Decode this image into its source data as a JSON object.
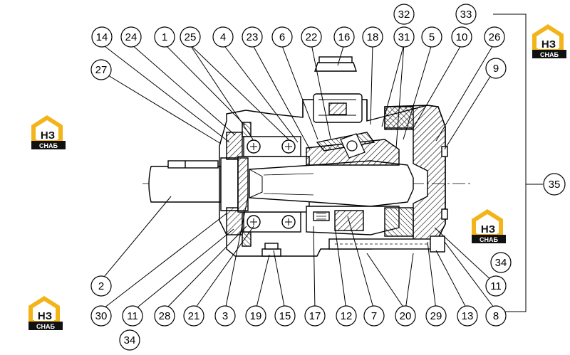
{
  "callouts": [
    {
      "id": "c14",
      "label": "14"
    },
    {
      "id": "c24",
      "label": "24"
    },
    {
      "id": "c1",
      "label": "1"
    },
    {
      "id": "c25",
      "label": "25"
    },
    {
      "id": "c4",
      "label": "4"
    },
    {
      "id": "c23",
      "label": "23"
    },
    {
      "id": "c6",
      "label": "6"
    },
    {
      "id": "c22",
      "label": "22"
    },
    {
      "id": "c16",
      "label": "16"
    },
    {
      "id": "c18",
      "label": "18"
    },
    {
      "id": "c32",
      "label": "32"
    },
    {
      "id": "c31",
      "label": "31"
    },
    {
      "id": "c33",
      "label": "33"
    },
    {
      "id": "c5",
      "label": "5"
    },
    {
      "id": "c10",
      "label": "10"
    },
    {
      "id": "c26",
      "label": "26"
    },
    {
      "id": "c27",
      "label": "27"
    },
    {
      "id": "c9",
      "label": "9"
    },
    {
      "id": "c35",
      "label": "35"
    },
    {
      "id": "c2",
      "label": "2"
    },
    {
      "id": "c34r",
      "label": "34"
    },
    {
      "id": "c11r",
      "label": "11"
    },
    {
      "id": "c30",
      "label": "30"
    },
    {
      "id": "c11l",
      "label": "11"
    },
    {
      "id": "c28",
      "label": "28"
    },
    {
      "id": "c21",
      "label": "21"
    },
    {
      "id": "c3",
      "label": "3"
    },
    {
      "id": "c19",
      "label": "19"
    },
    {
      "id": "c15",
      "label": "15"
    },
    {
      "id": "c17",
      "label": "17"
    },
    {
      "id": "c12",
      "label": "12"
    },
    {
      "id": "c7",
      "label": "7"
    },
    {
      "id": "c20",
      "label": "20"
    },
    {
      "id": "c29",
      "label": "29"
    },
    {
      "id": "c13",
      "label": "13"
    },
    {
      "id": "c8",
      "label": "8"
    },
    {
      "id": "c34b",
      "label": "34"
    }
  ],
  "watermark": {
    "top_text": "НЗ",
    "bottom_text": "СНАБ",
    "accent": "#f2b418",
    "dark": "#111111"
  }
}
